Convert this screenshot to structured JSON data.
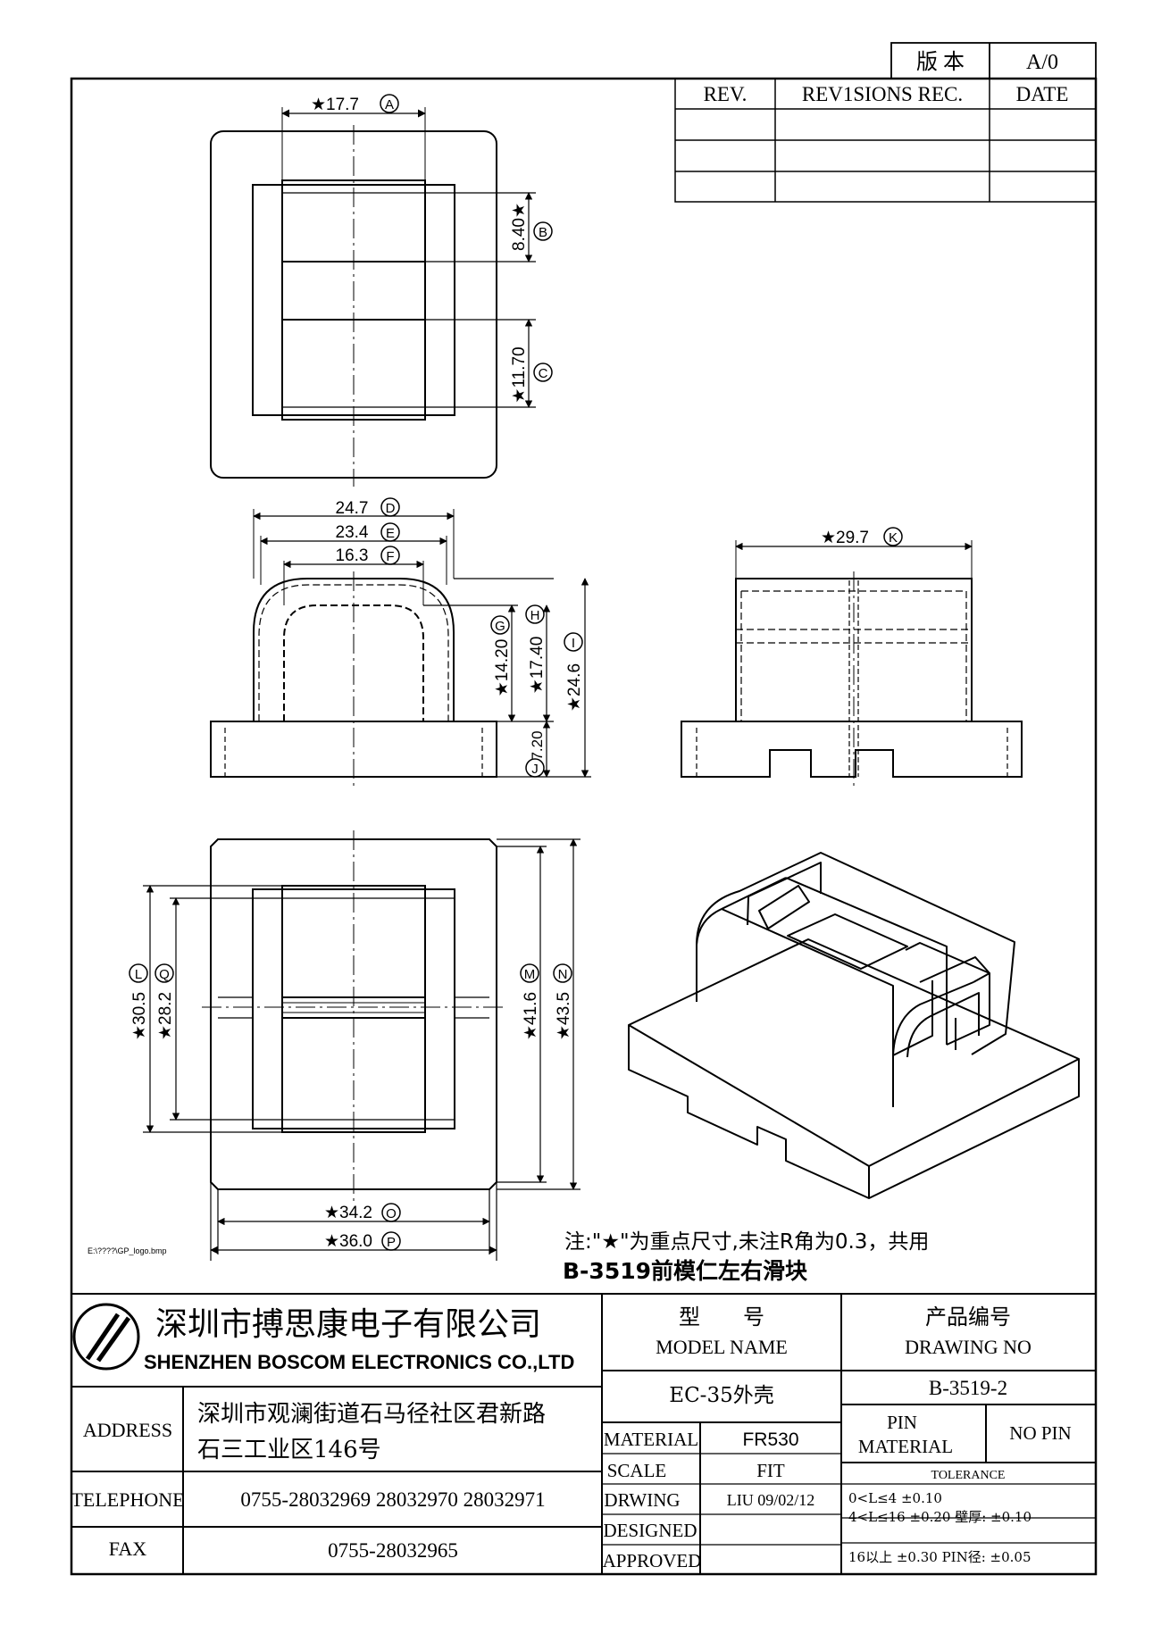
{
  "version_box": {
    "label": "版 本",
    "value": "A/0"
  },
  "revision_table": {
    "headers": [
      "REV.",
      "REV1SIONS REC.",
      "DATE"
    ],
    "rows": [
      [
        "",
        "",
        ""
      ],
      [
        "",
        "",
        ""
      ],
      [
        "",
        "",
        ""
      ]
    ]
  },
  "dims": {
    "A": {
      "text": "★17.7",
      "letter": "A"
    },
    "B": {
      "text": "8.40★",
      "letter": "B"
    },
    "C": {
      "text": "★11.70",
      "letter": "C"
    },
    "D": {
      "text": "24.7",
      "letter": "D"
    },
    "E": {
      "text": "23.4",
      "letter": "E"
    },
    "F": {
      "text": "16.3",
      "letter": "F"
    },
    "G": {
      "text": "★14.20",
      "letter": "G"
    },
    "H": {
      "text": "★17.40",
      "letter": "H"
    },
    "I": {
      "text": "★24.6",
      "letter": "I"
    },
    "J": {
      "text": "7.20",
      "letter": "J"
    },
    "K": {
      "text": "★29.7",
      "letter": "K"
    },
    "L": {
      "text": "★30.5",
      "letter": "L"
    },
    "Q": {
      "text": "★28.2",
      "letter": "Q"
    },
    "M": {
      "text": "★41.6",
      "letter": "M"
    },
    "N": {
      "text": "★43.5",
      "letter": "N"
    },
    "O": {
      "text": "★34.2",
      "letter": "O"
    },
    "P": {
      "text": "★36.0",
      "letter": "P"
    }
  },
  "logo_path": "E:\\????\\GP_logo.bmp",
  "note": "注:\"★\"为重点尺寸,未注R角为0.3，共用",
  "part_title": "B-3519前模仁左右滑块",
  "company": {
    "name_cn": "深圳市搏思康电子有限公司",
    "name_en": "SHENZHEN BOSCOM ELECTRONICS CO.,LTD"
  },
  "model": {
    "label_cn": "型　　号",
    "label_en": "MODEL NAME",
    "value": "EC-35外壳"
  },
  "drawing_no": {
    "label_cn": "产品编号",
    "label_en": "DRAWING NO",
    "value": "B-3519-2"
  },
  "address": {
    "label": "ADDRESS",
    "line1": "深圳市观澜街道石马径社区君新路",
    "line2": "石三工业区146号"
  },
  "telephone": {
    "label": "TELEPHONE",
    "value": "0755-28032969 28032970 28032971"
  },
  "fax": {
    "label": "FAX",
    "value": "0755-28032965"
  },
  "material": {
    "label": "MATERIAL",
    "value": "FR530"
  },
  "scale": {
    "label": "SCALE",
    "value": "FIT"
  },
  "drwing": {
    "label": "DRWING",
    "value": "LIU 09/02/12"
  },
  "designed": {
    "label": "DESIGNED",
    "value": ""
  },
  "approved": {
    "label": "APPROVED",
    "value": ""
  },
  "pin_material": {
    "label1": "PIN",
    "label2": "MATERIAL",
    "value": "NO PIN"
  },
  "tolerance": {
    "title": "TOLERANCE",
    "line1": "0<L≤4 ±0.10",
    "line2": "4<L≤16 ±0.20 壁厚: ±0.10",
    "line3": "16以上 ±0.30 PIN径: ±0.05"
  }
}
